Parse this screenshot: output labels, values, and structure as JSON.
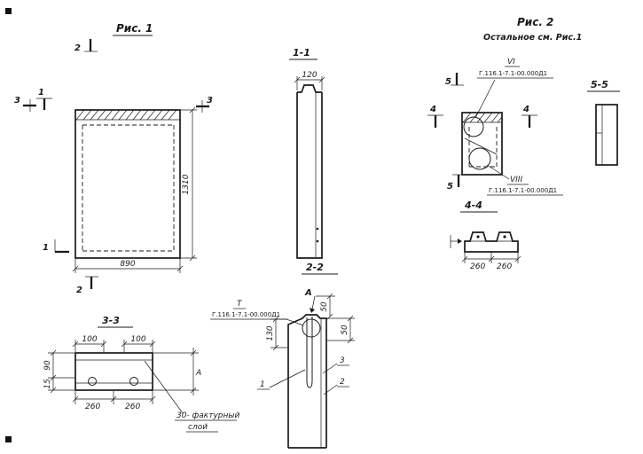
{
  "page": {
    "background": "#ffffff",
    "ink": "#1b1b1b"
  },
  "fig1": {
    "title": "Рис. 1",
    "dim_width": "890",
    "dim_height": "1310",
    "marker_1_top": "1",
    "marker_1_bottom": "1",
    "marker_2_top": "2",
    "marker_2_bottom": "2",
    "marker_3_left": "3",
    "marker_3_right": "3"
  },
  "sec11": {
    "title": "1-1",
    "dim_top": "120"
  },
  "fig2": {
    "title": "Рис. 2",
    "subtitle": "Остальное см. Рис.1",
    "vi_label": "VI",
    "vi_ref": "Г.116.1-7.1-00.000Д1",
    "viii_label": "VIII",
    "viii_ref": "Г.116.1-7.1-00.000Д1",
    "marker_4_left": "4",
    "marker_4_right": "4",
    "marker_5_top": "5",
    "marker_5_bottom": "5"
  },
  "sec55": {
    "title": "5-5"
  },
  "sec44": {
    "title": "4-4",
    "dim_left": "260",
    "dim_right": "260"
  },
  "sec33": {
    "title": "3-3",
    "dim_top_left": "100",
    "dim_top_right": "100",
    "dim_side_upper": "90",
    "dim_side_lower": "15",
    "dim_bottom_left": "260",
    "dim_bottom_right": "260",
    "dim_height": "A",
    "note_line1": "30- фактурный",
    "note_line2": "слой"
  },
  "sec22": {
    "title": "2-2",
    "view_marker": "А",
    "callout_label": "Т",
    "callout_ref": "Г.116.1-7.1-00.000Д1",
    "dim_top": "50",
    "dim_left": "130",
    "dim_right": "50",
    "part_1": "1",
    "part_2": "2",
    "part_3": "3"
  }
}
